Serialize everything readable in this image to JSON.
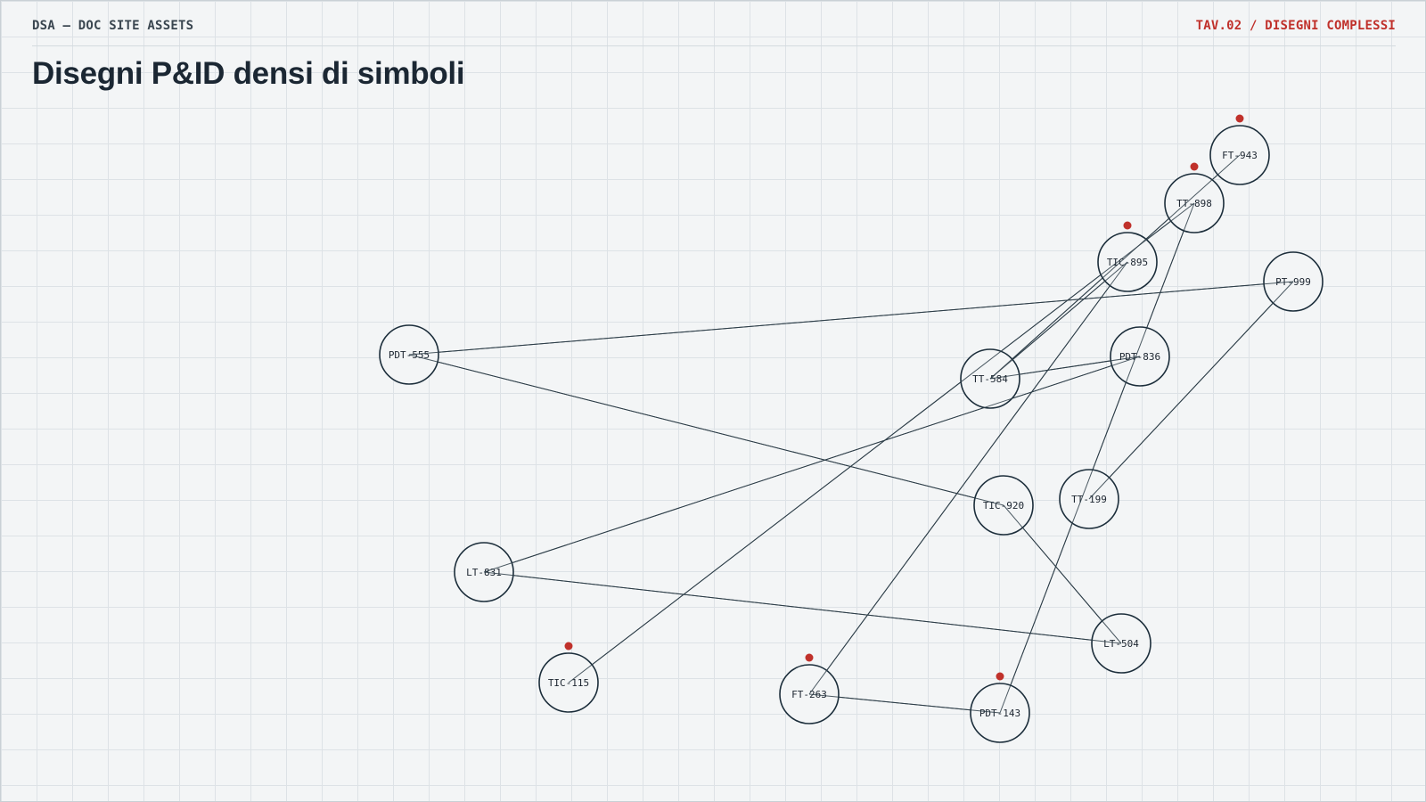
{
  "header": {
    "brand": "DSA — DOC SITE ASSETS",
    "sheet": "TAV.02 / DISEGNI COMPLESSI",
    "title": "Disegni P&ID densi di simboli"
  },
  "colors": {
    "accent": "#c0312b",
    "ink": "#1c2e3b",
    "grid": "#dde2e6",
    "background": "#f3f5f6"
  },
  "instruments": [
    {
      "id": "ft943",
      "tag": "FT-943",
      "alarm": true
    },
    {
      "id": "tt898",
      "tag": "TT-898",
      "alarm": true
    },
    {
      "id": "tic895",
      "tag": "TIC-895",
      "alarm": true
    },
    {
      "id": "pt999",
      "tag": "PT-999",
      "alarm": false
    },
    {
      "id": "pdt555",
      "tag": "PDT-555",
      "alarm": false
    },
    {
      "id": "pdt836",
      "tag": "PDT-836",
      "alarm": false
    },
    {
      "id": "tt584",
      "tag": "TT-584",
      "alarm": false
    },
    {
      "id": "tic920",
      "tag": "TIC-920",
      "alarm": false
    },
    {
      "id": "tt199",
      "tag": "TT-199",
      "alarm": false
    },
    {
      "id": "lt831",
      "tag": "LT-831",
      "alarm": false
    },
    {
      "id": "lt504",
      "tag": "LT-504",
      "alarm": false
    },
    {
      "id": "tic115",
      "tag": "TIC-115",
      "alarm": true
    },
    {
      "id": "ft263",
      "tag": "FT-263",
      "alarm": true
    },
    {
      "id": "pdt143",
      "tag": "PDT-143",
      "alarm": true
    }
  ],
  "connections": [
    {
      "from": "pdt555",
      "to": "pt999"
    },
    {
      "from": "pdt555",
      "to": "tic920"
    },
    {
      "from": "tic920",
      "to": "lt504"
    },
    {
      "from": "lt831",
      "to": "lt504"
    },
    {
      "from": "lt831",
      "to": "pdt836"
    },
    {
      "from": "tt584",
      "to": "pdt836"
    },
    {
      "from": "tt584",
      "to": "ft943"
    },
    {
      "from": "tt584",
      "to": "tic895"
    },
    {
      "from": "tic115",
      "to": "tt898"
    },
    {
      "from": "ft263",
      "to": "tic895"
    },
    {
      "from": "ft263",
      "to": "pdt143"
    },
    {
      "from": "pdt143",
      "to": "tt898"
    },
    {
      "from": "tt199",
      "to": "pt999"
    }
  ]
}
